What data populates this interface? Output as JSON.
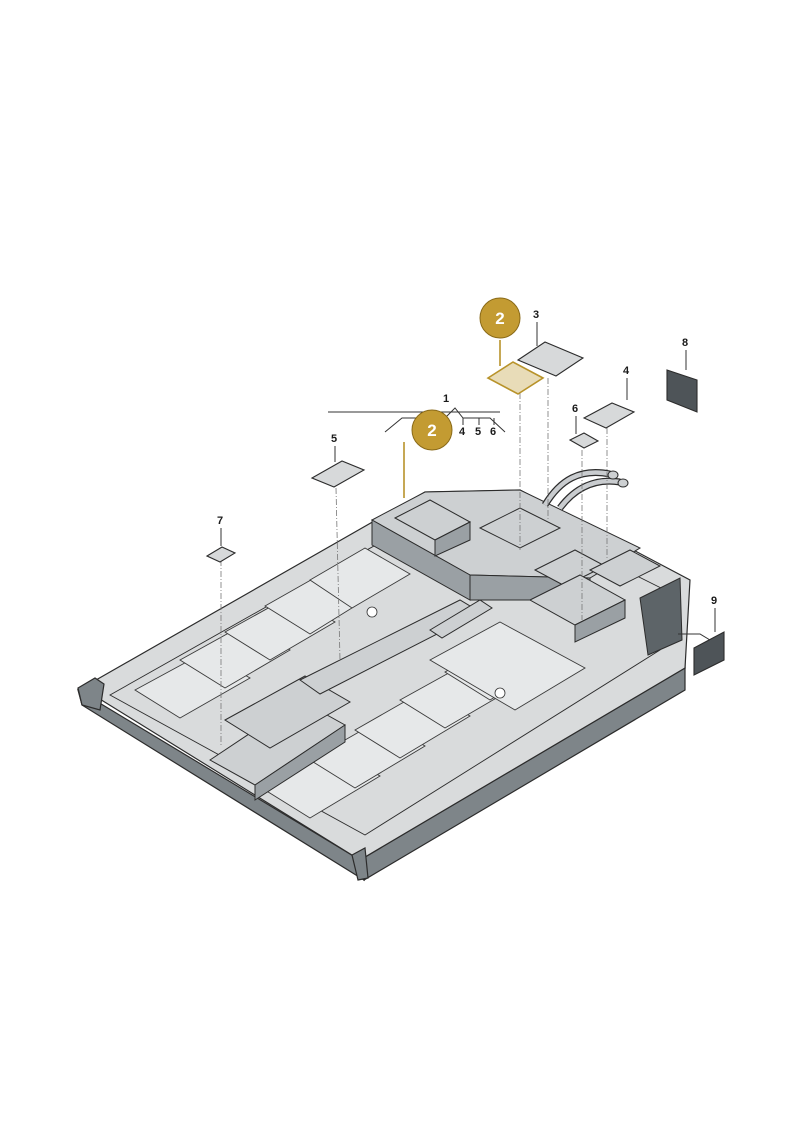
{
  "diagram": {
    "callouts": {
      "c1": "1",
      "c2a": "2",
      "c2b": "2",
      "c3": "3",
      "c4a": "4",
      "c4b": "4",
      "c5a": "5",
      "c5b": "5",
      "c6a": "6",
      "c6b": "6",
      "c7": "7",
      "c8": "8",
      "c9": "9"
    },
    "colors": {
      "highlight_badge": "#c39b32",
      "highlight_outline": "#b8932a",
      "tray_gray": "#d9dbdc"
    }
  }
}
